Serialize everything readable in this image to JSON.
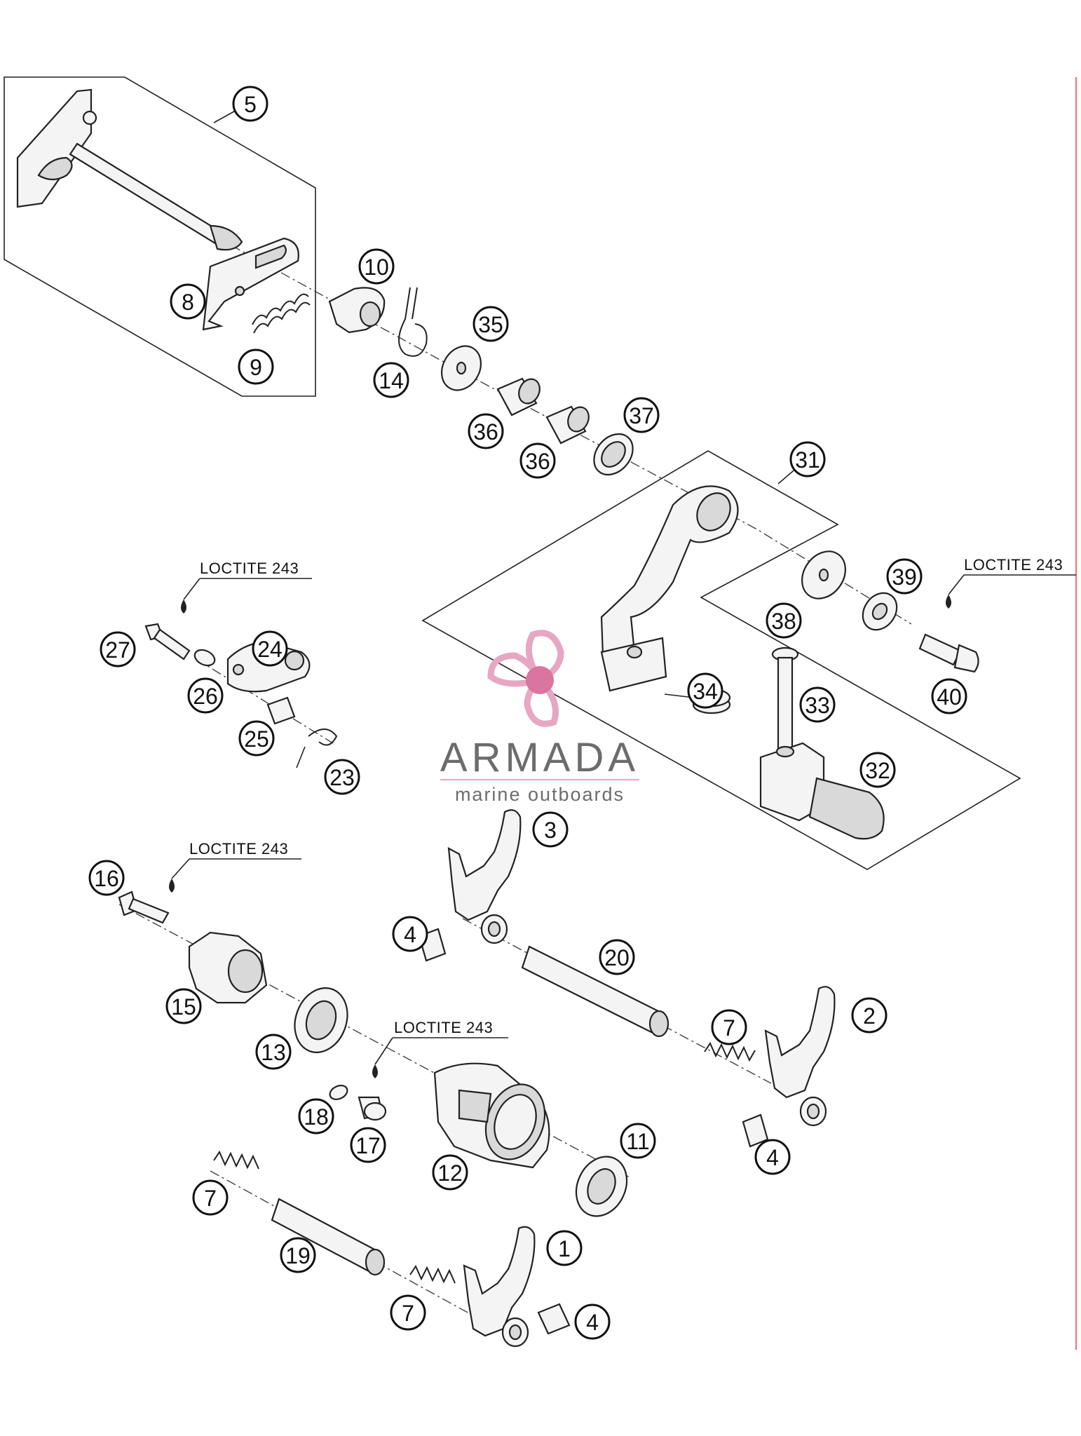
{
  "diagram": {
    "callouts": [
      "1",
      "2",
      "3",
      "4",
      "5",
      "7",
      "8",
      "9",
      "10",
      "11",
      "12",
      "13",
      "14",
      "15",
      "16",
      "17",
      "18",
      "19",
      "20",
      "23",
      "24",
      "25",
      "26",
      "27",
      "31",
      "32",
      "33",
      "34",
      "35",
      "36",
      "37",
      "38",
      "39",
      "40"
    ],
    "loctite_label": "LOCTITE 243"
  },
  "watermark": {
    "brand": "ARMADA",
    "tagline": "marine outboards",
    "colors": {
      "logo_pink": "#e7a6c3",
      "logo_dark_pink": "#d9759f",
      "text_gray": "#6c6c6c"
    }
  },
  "colors": {
    "margin_line": "#e57373",
    "line_art": "#222222"
  }
}
